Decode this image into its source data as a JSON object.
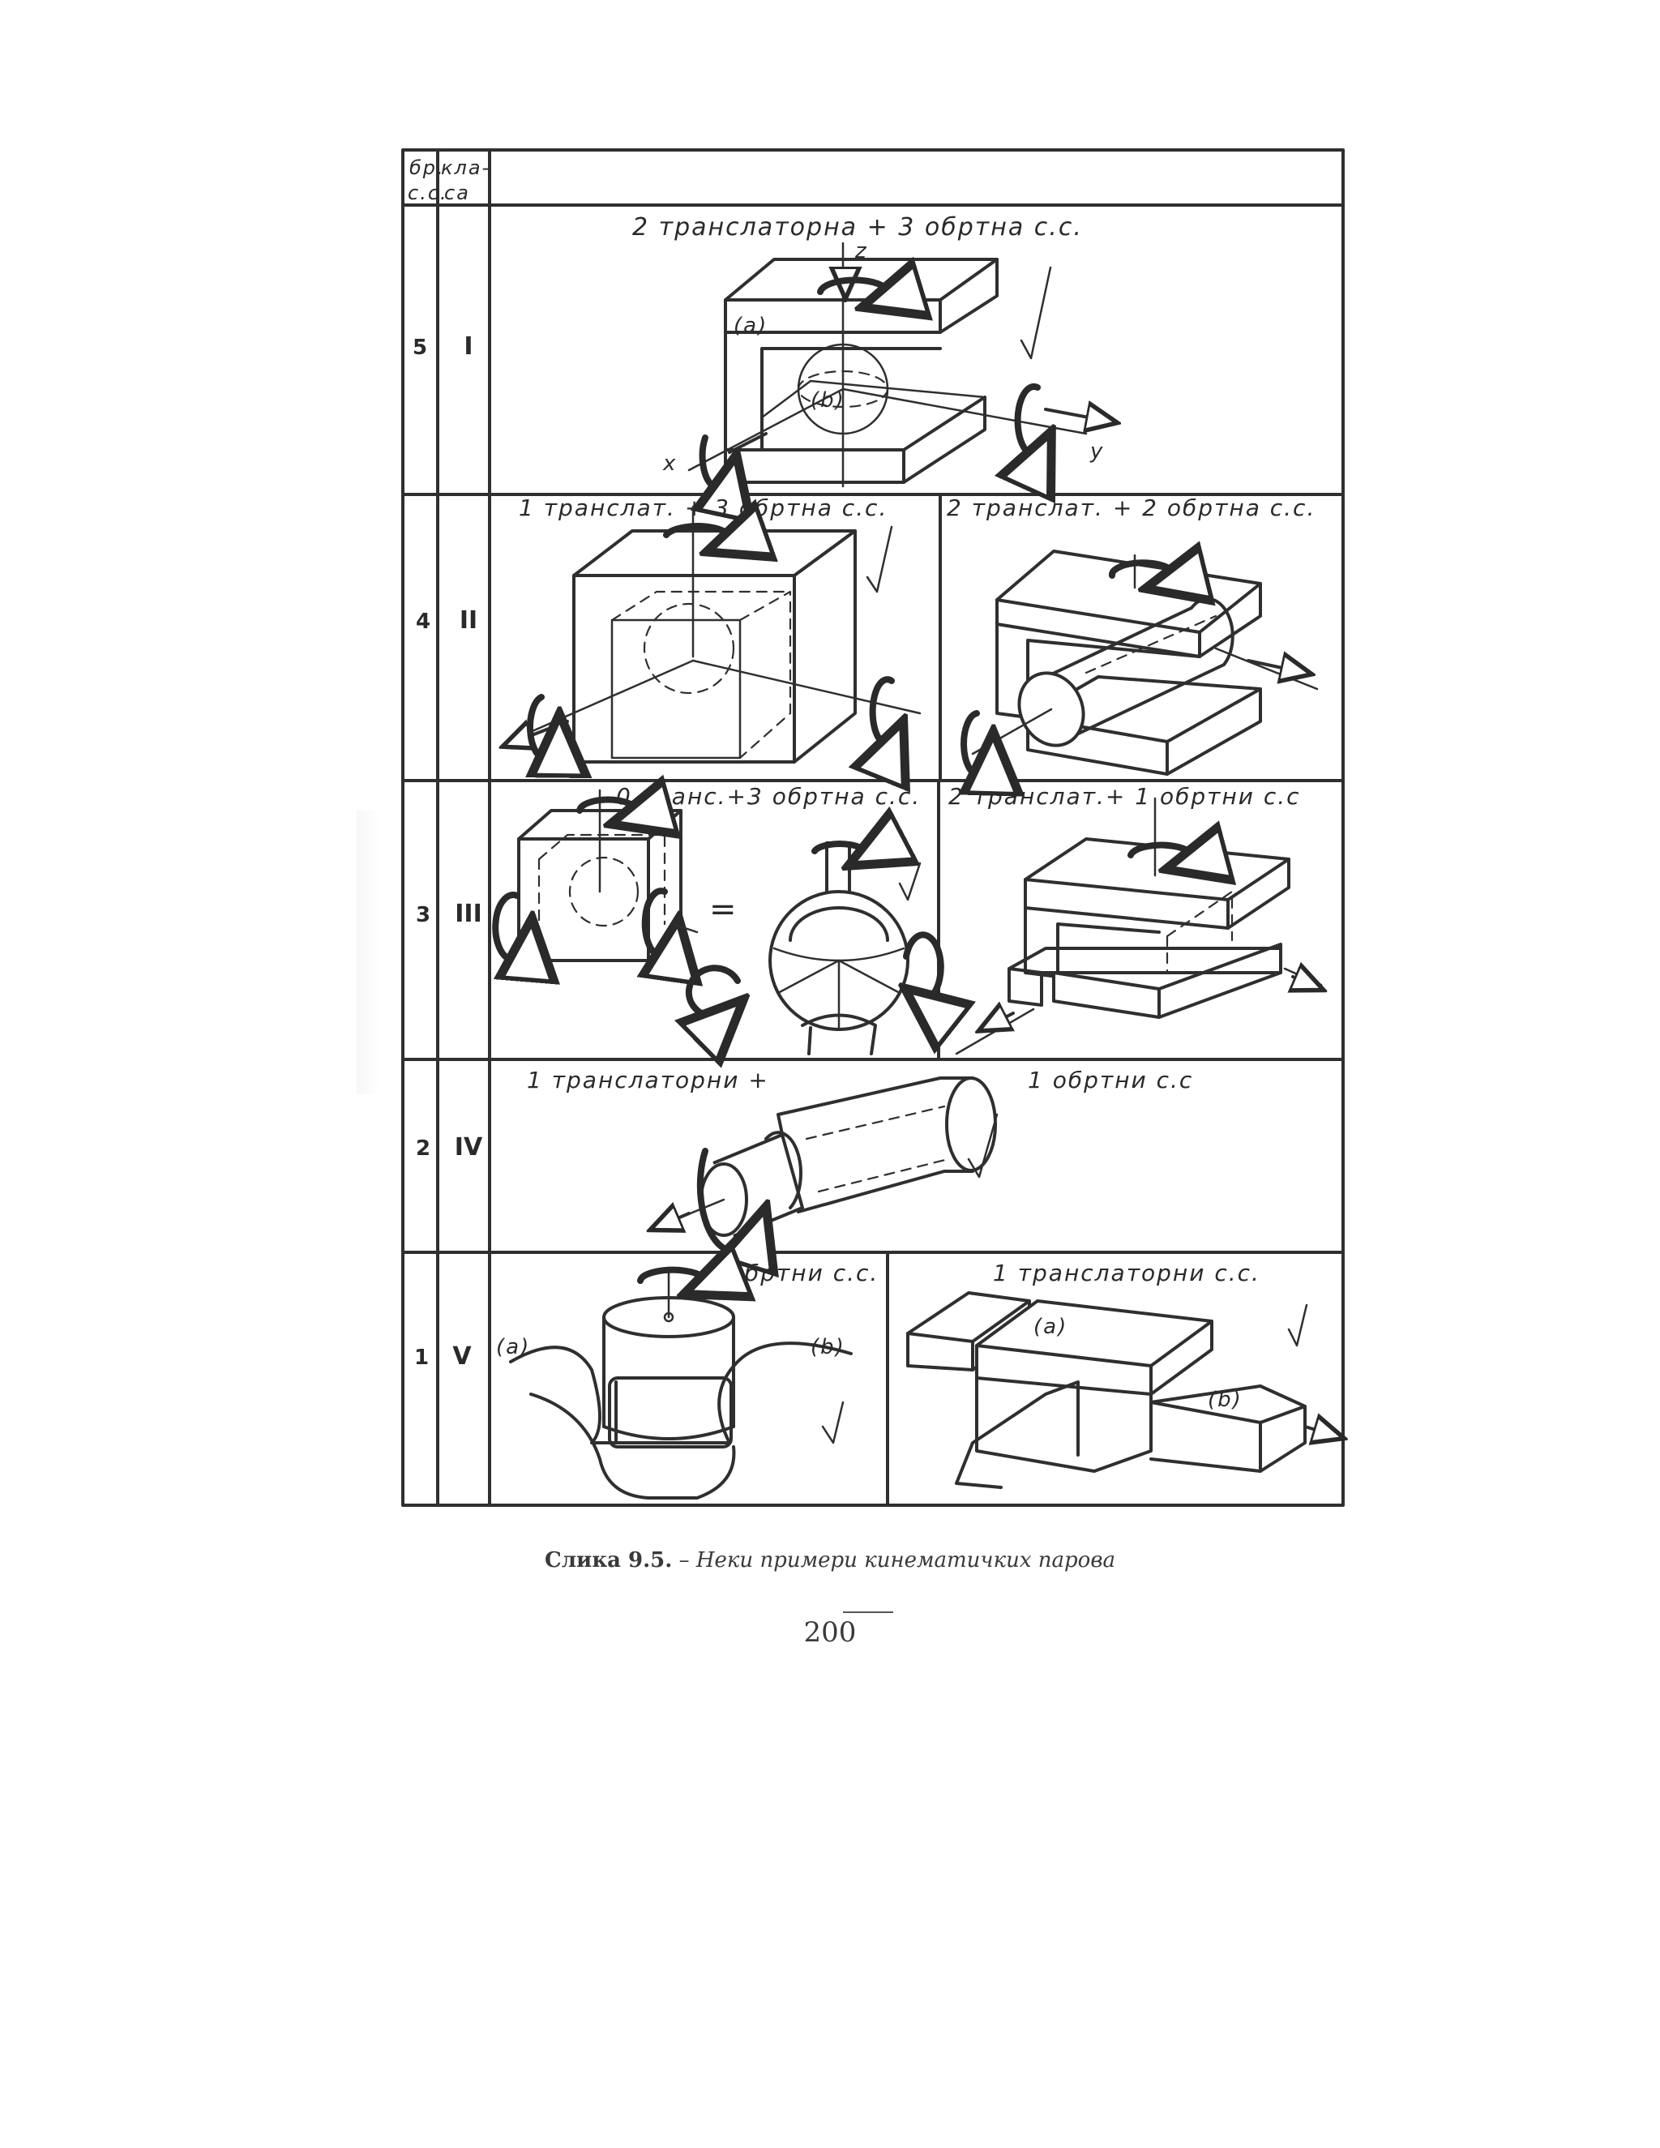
{
  "table": {
    "header": {
      "dof_col": [
        "бр.",
        "с.с."
      ],
      "class_col": [
        "кла-",
        "са"
      ]
    },
    "rows": [
      {
        "dof": "5",
        "class": "I",
        "labels": {
          "main": "2 транслаторна  +  3  обртна  с.с.",
          "axis_z": "z",
          "axis_x": "x",
          "axis_y": "y",
          "part_a": "(a)",
          "part_b": "(b)"
        }
      },
      {
        "dof": "4",
        "class": "II",
        "labels": {
          "left": "1 транслат.   + 3  обртна  с.с.",
          "right": "2 транслат.  +  2 обртна с.с."
        }
      },
      {
        "dof": "3",
        "class": "III",
        "labels": {
          "left": "0 транс.+3 обртна  с.с.",
          "right": "2 транслат.+  1 обртни  с.с",
          "equals": "="
        }
      },
      {
        "dof": "2",
        "class": "IV",
        "labels": {
          "left": "1 транслаторни       +",
          "right": "1  обртни  с.с"
        }
      },
      {
        "dof": "1",
        "class": "V",
        "labels": {
          "left": "1обртни   с.с.",
          "right": "1  транслаторни  с.с.",
          "part_a": "(a)",
          "part_b": "(b)"
        }
      }
    ]
  },
  "caption": {
    "label": "Слика 9.5.",
    "separator": " – ",
    "text": "Неки примери кинематичких парова"
  },
  "page_number": "200",
  "colors": {
    "ink": "#2f2f2f",
    "paper": "#ffffff"
  }
}
